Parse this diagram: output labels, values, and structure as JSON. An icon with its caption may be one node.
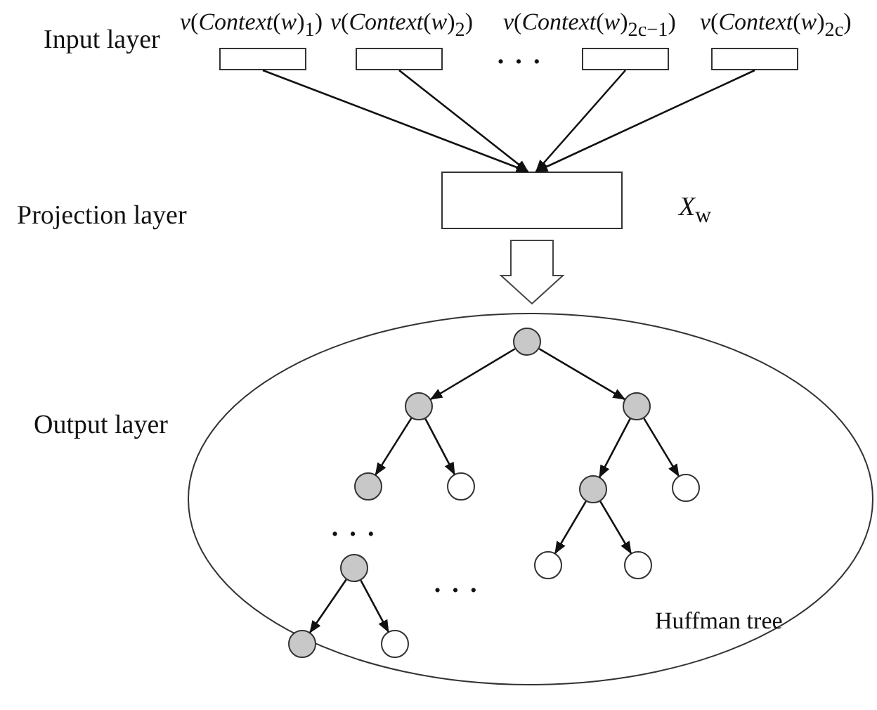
{
  "diagram": {
    "nodes": [
      {
        "text": [
          "*v*(*Context*(*w*)$_{1}$)"
        ]
      },
      {
        "text": [
          "*v*(*Context*(*w*)$_{2}$)"
        ]
      },
      {
        "text": [
          "*v*(*Context*(*w*)$_{2c−1}$)"
        ]
      },
      {
        "text": [
          "*v*(*Context*(*w*)$_{2c}$)"
        ]
      },
      {
        "text": [],
        "shape": "box",
        "beside": [
          "*X*$_{w}$"
        ]
      },
      {
        "text": [
          "Huffman tree"
        ]
      },
      {
        "text": [],
        "shape": "circle",
        "in": 5
      },
      {
        "text": [],
        "shape": "circle",
        "in": 5
      },
      {
        "text": [],
        "shape": "circle",
        "in": 5
      },
      {
        "text": [],
        "shape": "circle",
        "in": 5
      },
      {
        "text": [],
        "shape": "circle",
        "in": 5
      },
      {
        "text": [],
        "shape": "circle",
        "in": 5
      },
      {
        "text": [],
        "shape": "circle",
        "in": 5
      },
      {
        "text": [],
        "shape": "circle",
        "in": 5
      },
      {
        "text": [],
        "shape": "circle",
        "in": 5
      },
      {
        "text": [],
        "shape": "circle",
        "in": 5
      },
      {
        "text": [],
        "shape": "circle",
        "in": 5
      },
      {
        "text": [],
        "shape": "circle",
        "in": 5
      }
    ],
    "edges": [
      {
        "from": 0,
        "to": 4,
        "arrow": "to"
      },
      {
        "from": 1,
        "to": 4,
        "arrow": "to"
      },
      {
        "from": 2,
        "to": 4,
        "arrow": "to"
      },
      {
        "from": 3,
        "to": 4,
        "arrow": "to"
      },
      {
        "from": 4,
        "to": 5,
        "arrow": "to",
        "style": "thick"
      },
      {
        "from": 6,
        "to": 7,
        "arrow": "to"
      },
      {
        "from": 6,
        "to": 8,
        "arrow": "to"
      },
      {
        "from": 7,
        "to": 9,
        "arrow": "to"
      },
      {
        "from": 7,
        "to": 10,
        "arrow": "to"
      },
      {
        "from": 8,
        "to": 11,
        "arrow": "to"
      },
      {
        "from": 8,
        "to": 12,
        "arrow": "to"
      },
      {
        "from": 11,
        "to": 14,
        "arrow": "to"
      },
      {
        "from": 11,
        "to": 15,
        "arrow": "to"
      },
      {
        "from": 13,
        "to": 16,
        "arrow": "to"
      },
      {
        "from": 13,
        "to": 17,
        "arrow": "to"
      }
    ],
    "labels": [
      "Input layer",
      "• • •",
      "Projection layer",
      "Output layer",
      "• • •",
      "• • •"
    ]
  }
}
